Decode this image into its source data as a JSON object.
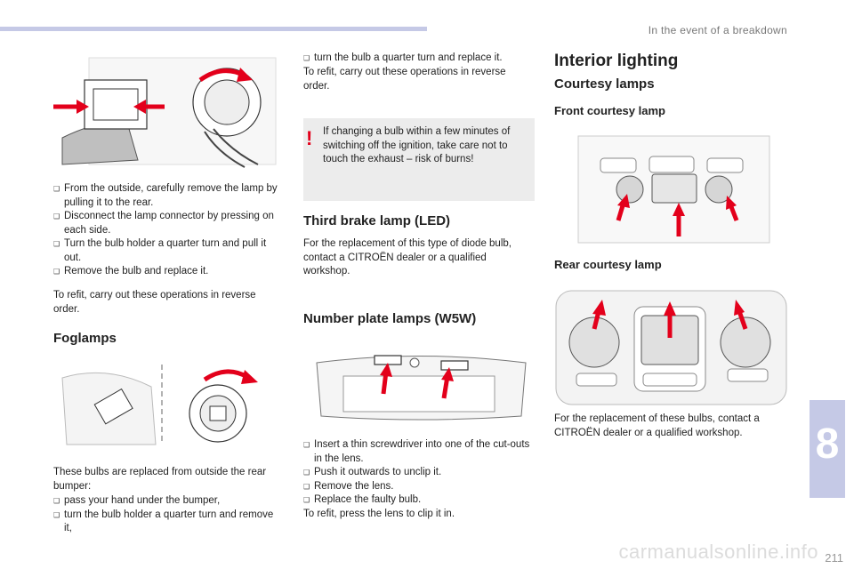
{
  "header": {
    "section": "In the event of a breakdown"
  },
  "tab": {
    "chapter": "8"
  },
  "page": {
    "number": "211",
    "watermark": "carmanualsonline.info"
  },
  "col1": {
    "bullets": [
      "From the outside, carefully remove the lamp by pulling it to the rear.",
      "Disconnect the lamp connector by pressing on each side.",
      "Turn the bulb holder a quarter turn and pull it out.",
      "Remove the bulb and replace it."
    ],
    "refit": "To refit, carry out these operations in reverse order.",
    "foglamps_title": "Foglamps",
    "foglamps_intro": "These bulbs are replaced from outside the rear bumper:",
    "foglamps_bullets": [
      "pass your hand under the bumper,",
      "turn the bulb holder a quarter turn and remove it,"
    ]
  },
  "col2": {
    "bullets_top": [
      "turn the bulb a quarter turn and replace it."
    ],
    "refit": "To refit, carry out these operations in reverse order.",
    "warning": "If changing a bulb within a few minutes of switching off the ignition, take care not to touch the exhaust – risk of burns!",
    "third_brake_title": "Third brake lamp (LED)",
    "third_brake_text": "For the replacement of this type of diode bulb, contact a CITROËN dealer or a qualified workshop.",
    "number_plate_title": "Number plate lamps (W5W)",
    "number_plate_bullets": [
      "Insert a thin screwdriver into one of the cut-outs in the lens.",
      "Push it outwards to unclip it.",
      "Remove the lens.",
      "Replace the faulty bulb."
    ],
    "number_plate_refit": "To refit, press the lens to clip it in."
  },
  "col3": {
    "title": "Interior lighting",
    "courtesy_title": "Courtesy lamps",
    "front_title": "Front courtesy lamp",
    "rear_title": "Rear courtesy lamp",
    "rear_text": "For the replacement of these bulbs, contact a CITROËN dealer or a qualified workshop."
  },
  "colors": {
    "accent": "#e3001b",
    "band": "#c5c9e6",
    "box": "#ececec"
  }
}
